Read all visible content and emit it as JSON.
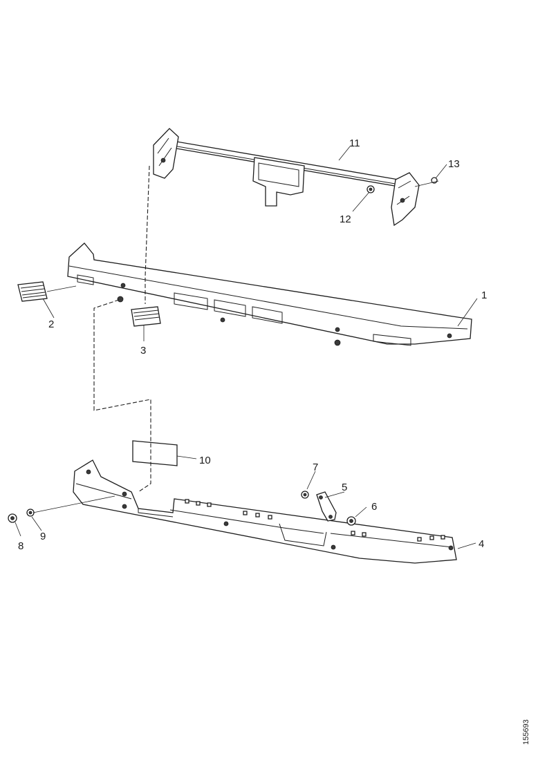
{
  "diagram": {
    "callouts": [
      {
        "id": "c1",
        "text": "1"
      },
      {
        "id": "c2",
        "text": "2"
      },
      {
        "id": "c3",
        "text": "3"
      },
      {
        "id": "c4",
        "text": "4"
      },
      {
        "id": "c5",
        "text": "5"
      },
      {
        "id": "c6",
        "text": "6"
      },
      {
        "id": "c7",
        "text": "7"
      },
      {
        "id": "c8",
        "text": "8"
      },
      {
        "id": "c9",
        "text": "9"
      },
      {
        "id": "c10",
        "text": "10"
      },
      {
        "id": "c11",
        "text": "11"
      },
      {
        "id": "c12",
        "text": "12"
      },
      {
        "id": "c13",
        "text": "13"
      }
    ],
    "drawing_ref": "155693"
  }
}
